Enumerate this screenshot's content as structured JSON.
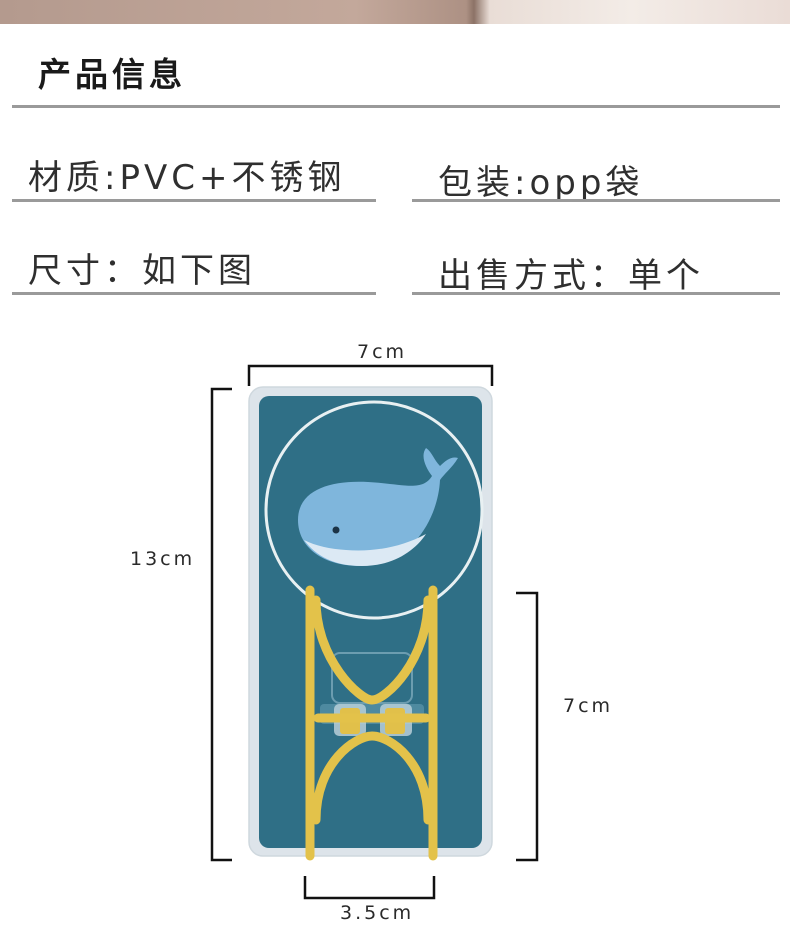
{
  "header": {
    "title": "产品信息"
  },
  "info": {
    "material": "材质:PVC+不锈钢",
    "packaging": "包装:opp袋",
    "size": "尺寸：如下图",
    "sale_mode": "出售方式：单个"
  },
  "dimensions": {
    "width_top": "7cm",
    "height_total": "13cm",
    "hook_height": "7cm",
    "hook_width": "3.5cm"
  },
  "colors": {
    "card_border": "#dde4ea",
    "card_face": "#2f6f86",
    "circle_outline": "#e8f0f2",
    "whale_body": "#7fb6dc",
    "whale_belly": "#dce9f4",
    "hook_yellow": "#e3c24a",
    "rule_gray": "#9a9a9a"
  }
}
